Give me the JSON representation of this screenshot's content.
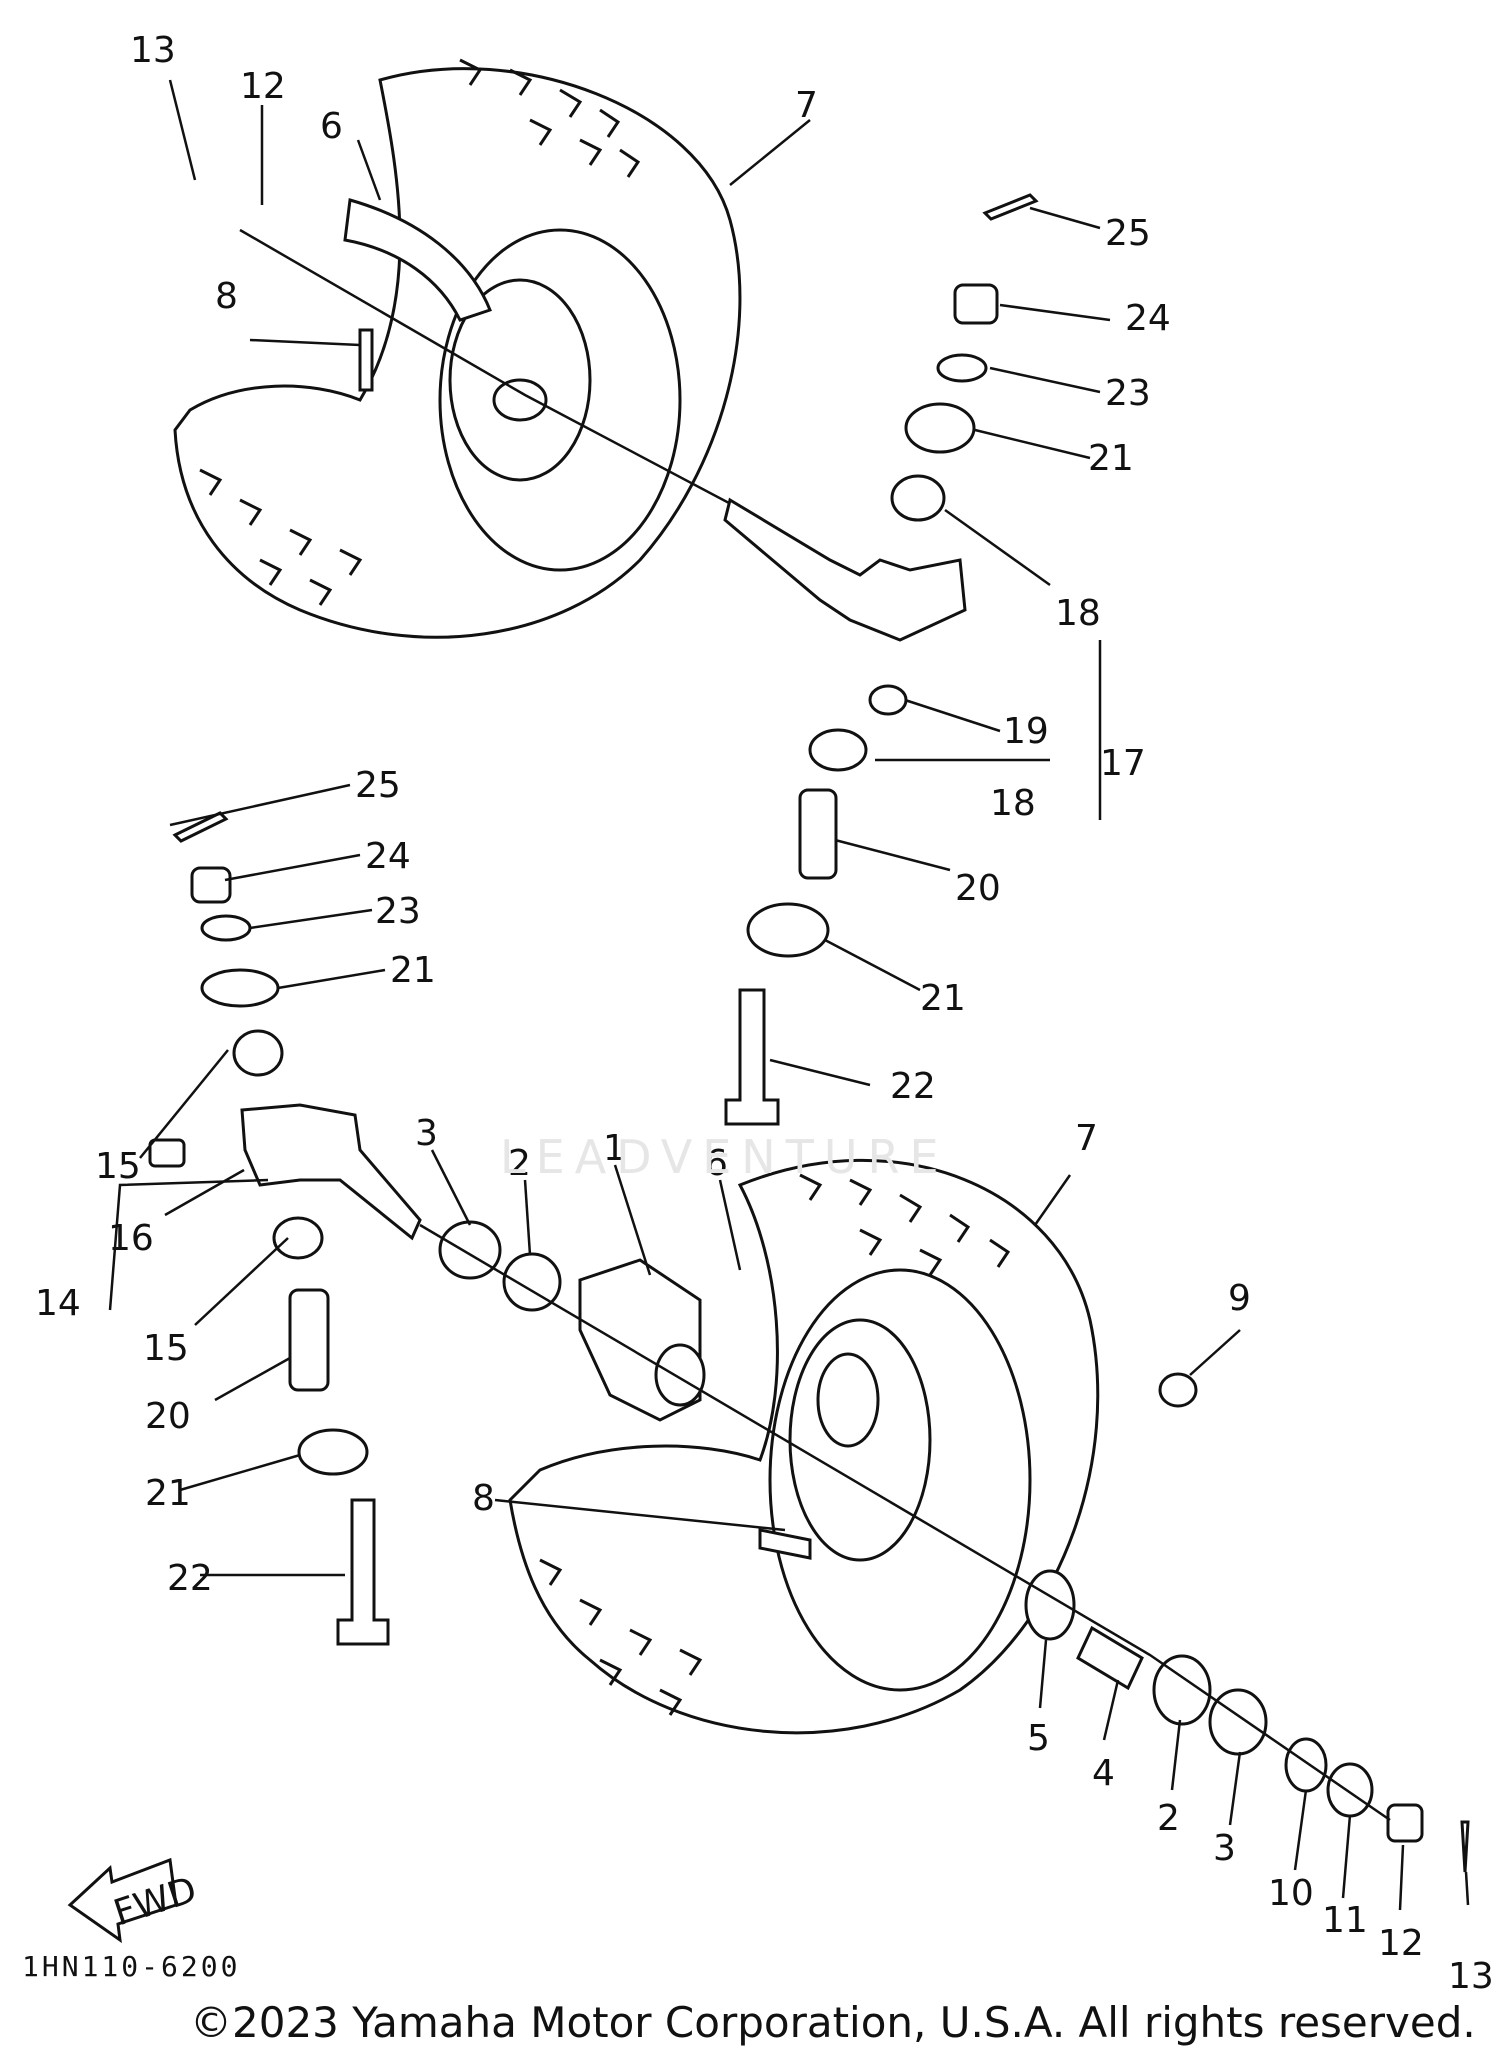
{
  "diagram": {
    "callouts": [
      "13",
      "12",
      "6",
      "7",
      "8",
      "25",
      "24",
      "23",
      "21",
      "18",
      "17",
      "19",
      "18",
      "20",
      "21",
      "22",
      "25",
      "24",
      "23",
      "21",
      "15",
      "16",
      "14",
      "15",
      "20",
      "21",
      "22",
      "3",
      "2",
      "1",
      "6",
      "7",
      "9",
      "8",
      "5",
      "4",
      "2",
      "3",
      "10",
      "11",
      "12",
      "13"
    ],
    "fwd_label": "FWD",
    "diagram_code": "1HN110-6200",
    "copyright": "©2023 Yamaha Motor Corporation, U.S.A. All rights reserved.",
    "watermark": "LEADVENTURE"
  }
}
